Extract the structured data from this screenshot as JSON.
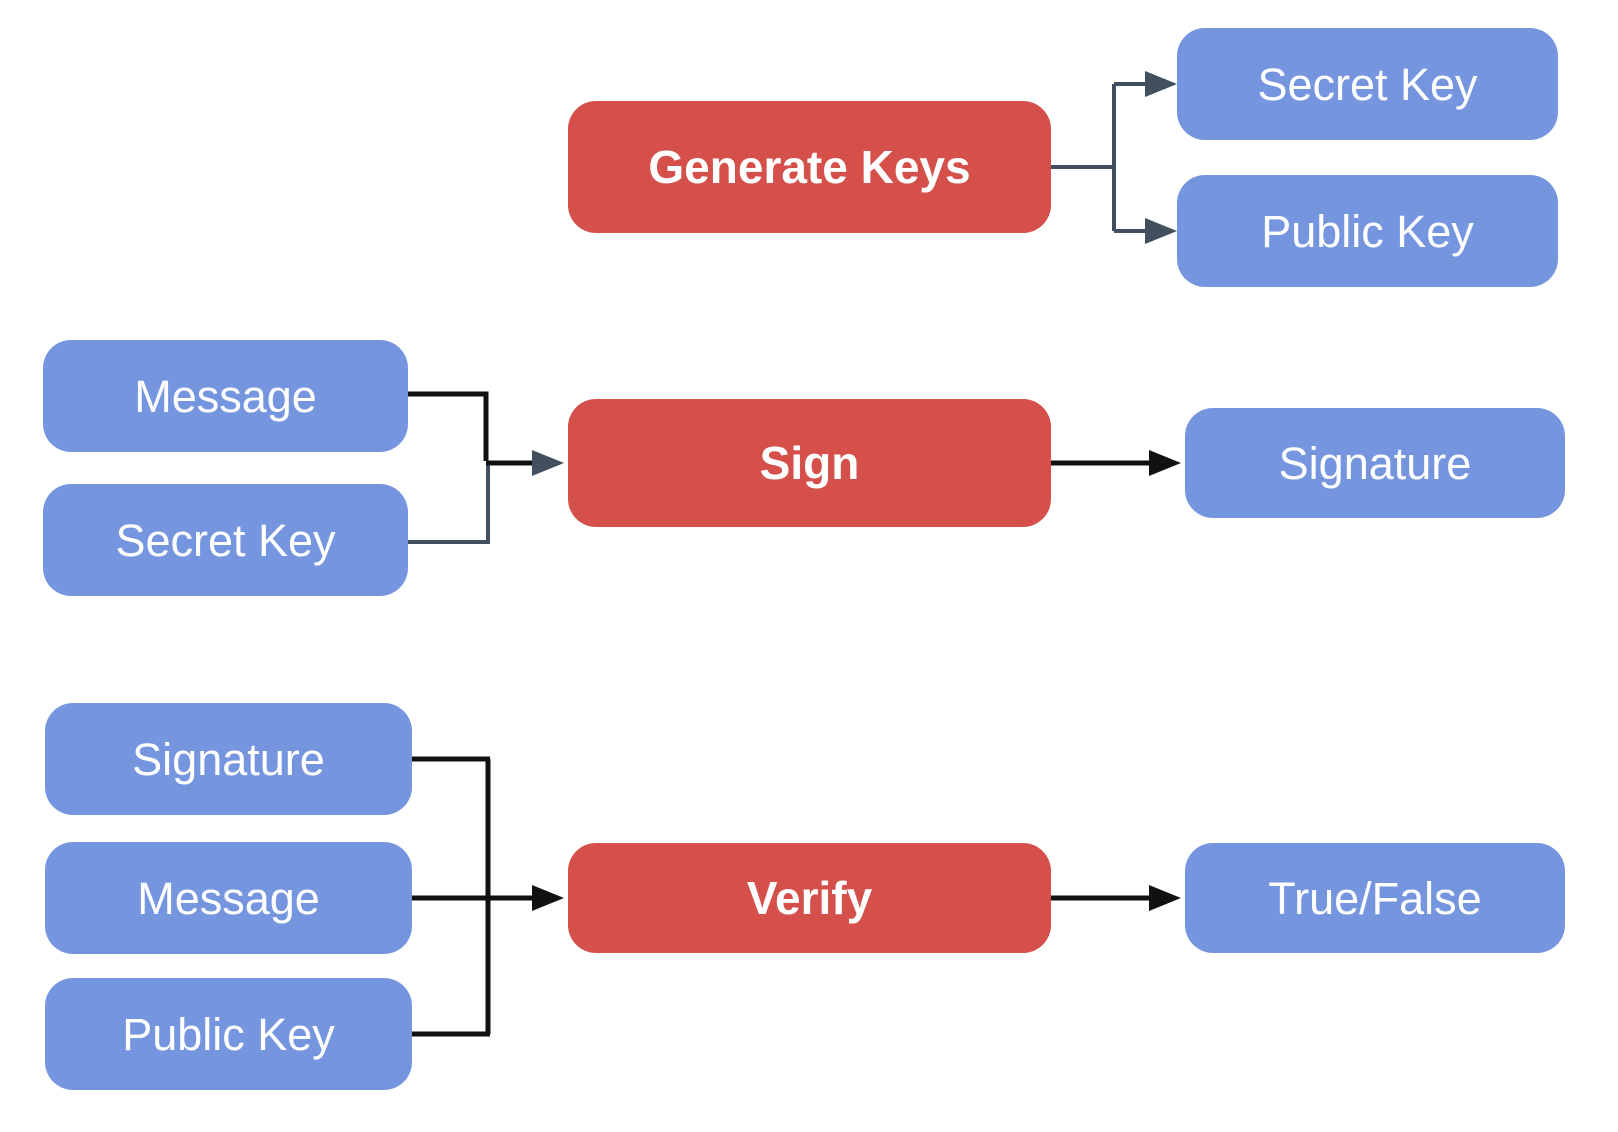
{
  "diagram": {
    "colors": {
      "process_fill": "#D5504B",
      "data_fill": "#7596DF",
      "connector_slate": "#424F5E",
      "connector_black": "#111111",
      "label_text": "#FFFFFF"
    },
    "nodes": {
      "generate_keys": {
        "label": "Generate Keys",
        "type": "process"
      },
      "secret_key_gen": {
        "label": "Secret Key",
        "type": "data"
      },
      "public_key_gen": {
        "label": "Public Key",
        "type": "data"
      },
      "message_sign": {
        "label": "Message",
        "type": "data"
      },
      "secret_key_sign": {
        "label": "Secret Key",
        "type": "data"
      },
      "sign": {
        "label": "Sign",
        "type": "process"
      },
      "signature_sign": {
        "label": "Signature",
        "type": "data"
      },
      "signature_verify": {
        "label": "Signature",
        "type": "data"
      },
      "message_verify": {
        "label": "Message",
        "type": "data"
      },
      "public_key_verify": {
        "label": "Public Key",
        "type": "data"
      },
      "verify": {
        "label": "Verify",
        "type": "process"
      },
      "true_false": {
        "label": "True/False",
        "type": "data"
      }
    }
  }
}
